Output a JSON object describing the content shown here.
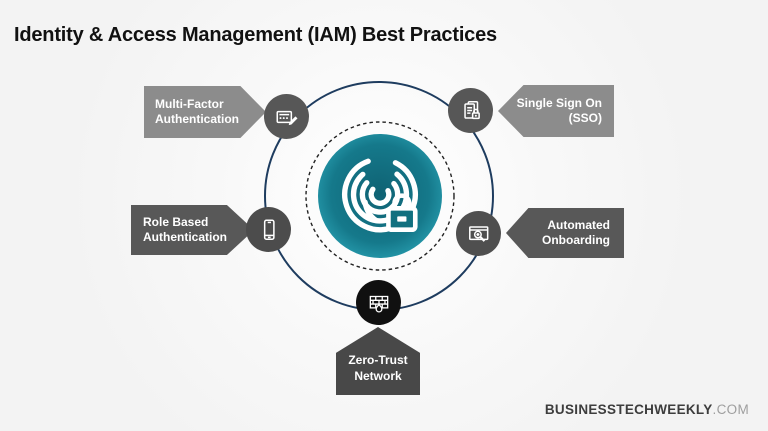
{
  "title": "Identity & Access Management (IAM) Best Practices",
  "center": {
    "icon": "fingerprint-lock-icon",
    "meaning": "IAM core"
  },
  "nodes": [
    {
      "id": "mfa",
      "label": "Multi-Factor\nAuthentication",
      "icon": "credentials-pencil-icon"
    },
    {
      "id": "sso",
      "label": "Single Sign On\n(SSO)",
      "icon": "document-lock-icon"
    },
    {
      "id": "rba",
      "label": "Role Based\nAuthentication",
      "icon": "smartphone-icon"
    },
    {
      "id": "onboarding",
      "label": "Automated\nOnboarding",
      "icon": "screen-magnifier-icon"
    },
    {
      "id": "zero-trust",
      "label": "Zero-Trust\nNetwork",
      "icon": "firewall-flame-icon"
    }
  ],
  "footer": {
    "brand": "BUSINESSTECHWEEKLY",
    "suffix": ".COM"
  },
  "colors": {
    "background": "#f4f4f4",
    "arrow_light_gray": "#8c8c8c",
    "arrow_dark_gray": "#585858",
    "pentagon_gray": "#484848",
    "node_circle_gray": "#575757",
    "bottom_circle_black": "#101010",
    "ring_navy": "#1e3c5f",
    "teal_center": "#15798b",
    "teal_rim": "#47bfd0",
    "title_black": "#111111",
    "brand_dark": "#3d3d3d",
    "brand_light": "#9e9e9e"
  }
}
